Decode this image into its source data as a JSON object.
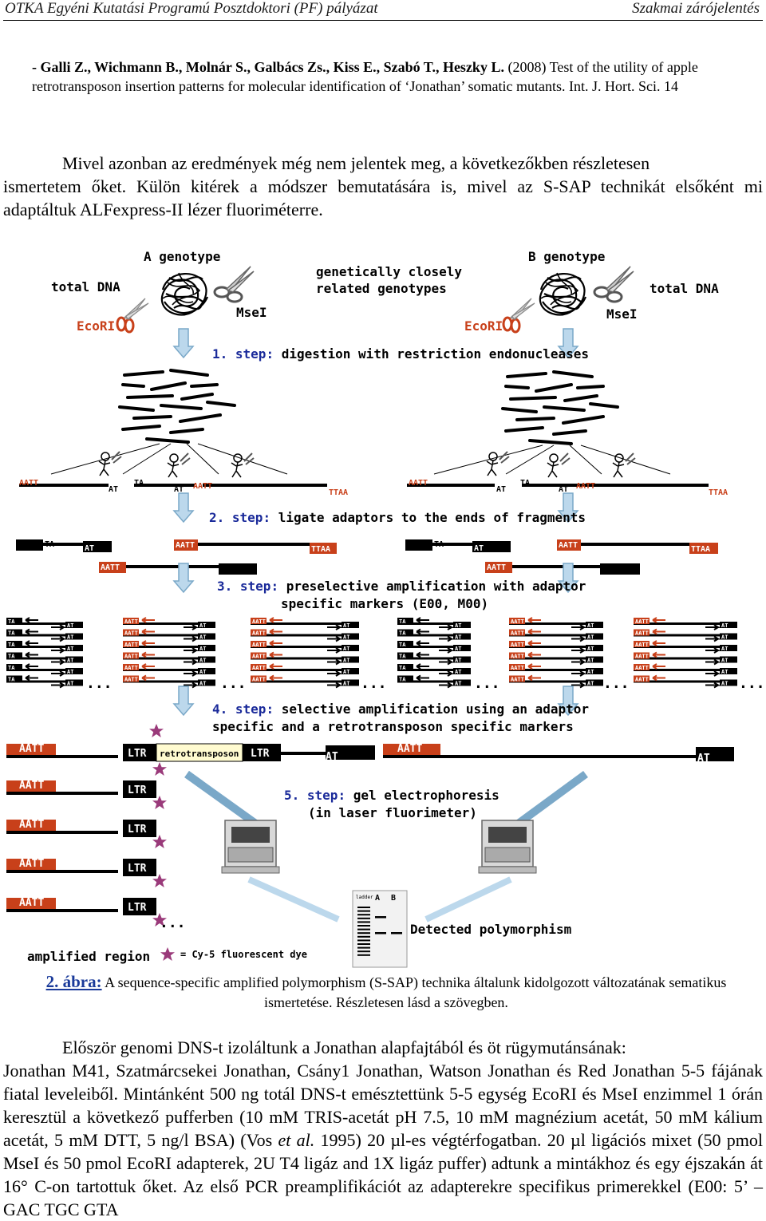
{
  "header": {
    "left": "OTKA Egyéni Kutatási Programú Posztdoktori (PF) pályázat",
    "right": "Szakmai zárójelentés"
  },
  "reference": {
    "authors": "- Galli Z., Wichmann B., Molnár S., Galbács Zs., Kiss E., Szabó T., Heszky L.",
    "rest": " (2008) Test of the utility of apple retrotransposon insertion patterns for molecular identification of ‘Jonathan’ somatic mutants. Int. J. Hort. Sci. 14"
  },
  "paragraph1": {
    "first": "Mivel azonban az eredmények még nem jelentek meg, a következőkben részletesen",
    "rest": "ismertetem őket. Külön kitérek a módszer bemutatására is, mivel az S-SAP technikát elsőként mi adaptáltuk ALFexpress-II lézer fluoriméterre."
  },
  "figure": {
    "a_genotype": "A genotype",
    "b_genotype": "B genotype",
    "total_dna": "total DNA",
    "genetically_line1": "genetically closely",
    "genetically_line2": "related genotypes",
    "ecori": "EcoRI",
    "msei": "MseI",
    "step_word": "step:",
    "step1_num": "1.",
    "step1_text": "digestion with restriction endonucleases",
    "step2_num": "2.",
    "step2_text": "ligate adaptors to the ends of fragments",
    "step3_num": "3.",
    "step3_text1": "preselective amplification with adaptor",
    "step3_text2": "specific markers (E00, M00)",
    "step4_num": "4.",
    "step4_text1": "selective amplification using an adaptor",
    "step4_text2": "specific and a retrotransposon specific markers",
    "step5_num": "5.",
    "step5_text1": "gel electrophoresis",
    "step5_text2": "(in laser fluorimeter)",
    "aatt": "AATT",
    "at": "AT",
    "ta": "TA",
    "ttaa": "TTAA",
    "ltr": "LTR",
    "retrotransposon": "retrotransposon",
    "ellipsis": "...",
    "amplified_region": "amplified region",
    "cy5": "= Cy-5 fluorescent dye",
    "ladder": "ladder",
    "lane_a": "A",
    "lane_b": "B",
    "detected": "Detected polymorphism"
  },
  "caption": {
    "label": "2. ábra:",
    "text": " A sequence-specific amplified polymorphism (S-SAP) technika általunk kidolgozott változatának sematikus ismertetése. Részletesen lásd a szövegben."
  },
  "paragraph2": {
    "first": "Először genomi DNS-t izoláltunk a Jonathan alapfajtából és öt rügymutánsának:",
    "rest_a": "Jonathan M41, Szatmárcsekei Jonathan, Csány1 Jonathan, Watson Jonathan és Red Jonathan 5-5 fájának fiatal leveleiből. Mintánként 500 ng totál DNS-t emésztettünk 5-5 egység EcoRI és MseI enzimmel 1 órán keresztül a következő pufferben (10 mM TRIS-acetát pH 7.5, 10 mM magnézium acetát, 50 mM kálium acetát, 5 mM DTT, 5 ng/l BSA) (Vos ",
    "etal": "et al.",
    "rest_b": " 1995) 20 µl-es végtérfogatban. 20 µl ligációs mixet (50 pmol MseI és 50 pmol EcoRI adapterek, 2U T4 ligáz and 1X ligáz puffer) adtunk a mintákhoz és egy éjszakán át 16° C-on tartottuk őket. Az első PCR preamplifikációt az adapterekre specifikus primerekkel (E00: 5’ – GAC TGC GTA"
  },
  "colors": {
    "adaptor_red": "#c8401a",
    "step_blue": "#1a2a9a",
    "arrow_blue": "#bcd8ec",
    "star_purple": "#9a3a7a",
    "ecori_red": "#c8401a"
  }
}
